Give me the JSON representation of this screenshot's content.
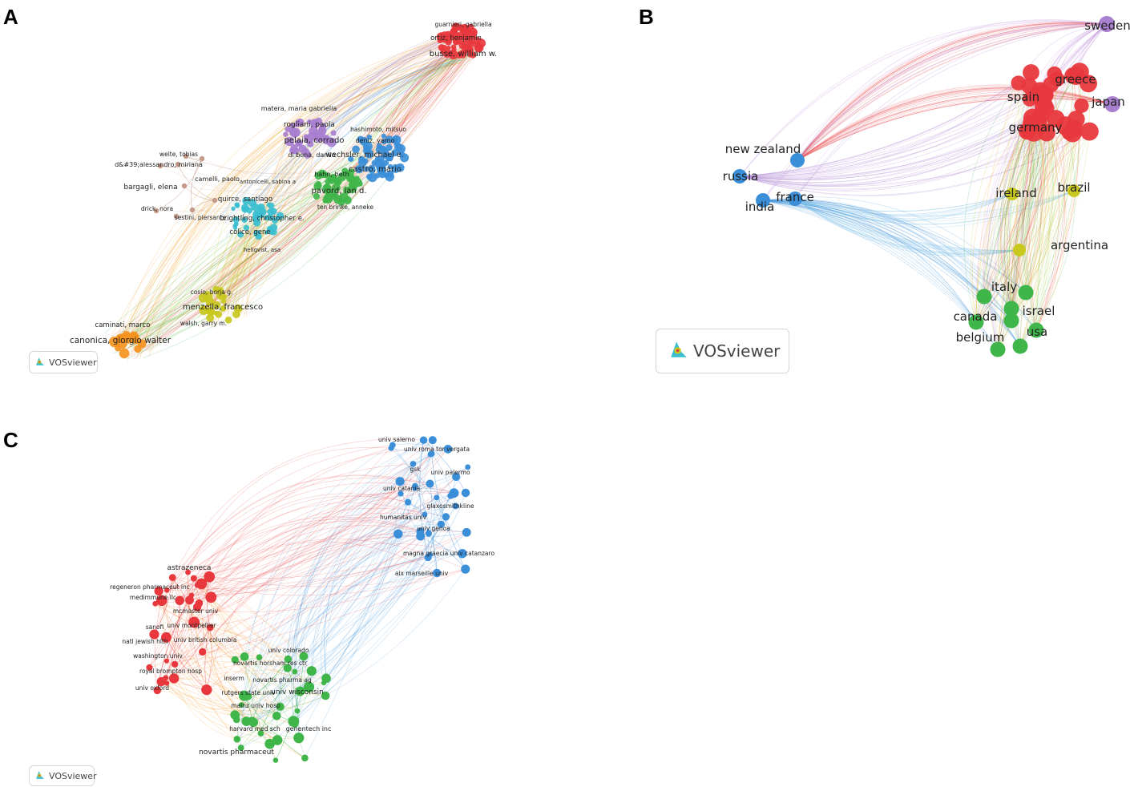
{
  "panels": [
    {
      "letter": "A",
      "network": "authors"
    },
    {
      "letter": "B",
      "network": "countries"
    },
    {
      "letter": "C",
      "network": "organizations"
    }
  ],
  "watermark": "VOSviewer",
  "colors": {
    "red": "#e8383d",
    "purple": "#a97fd0",
    "blue": "#3b8fd9",
    "green": "#3fb54a",
    "cyan": "#3bbfd0",
    "orange": "#f5921e",
    "yellow": "#c8c81e",
    "brown": "#c49a8a",
    "lightgreen": "#8ccf4d"
  },
  "networkA": {
    "labels": [
      {
        "text": "guarnieri, gabriella",
        "cluster": "red"
      },
      {
        "text": "ortiz, benjamin",
        "cluster": "red"
      },
      {
        "text": "busse, william w.",
        "cluster": "red"
      },
      {
        "text": "matera, maria gabriella",
        "cluster": "purple"
      },
      {
        "text": "rogliani, paola",
        "cluster": "purple"
      },
      {
        "text": "hashimoto, mitsuo",
        "cluster": "blue"
      },
      {
        "text": "pelaia, corrado",
        "cluster": "purple"
      },
      {
        "text": "deniz, yamo",
        "cluster": "blue"
      },
      {
        "text": "di bona, danilo",
        "cluster": "purple"
      },
      {
        "text": "wechsler, michael e.",
        "cluster": "blue"
      },
      {
        "text": "welte, tobias",
        "cluster": "brown"
      },
      {
        "text": "castro, mario",
        "cluster": "blue"
      },
      {
        "text": "d&#39;alessandro, miriana",
        "cluster": "brown"
      },
      {
        "text": "hahn, beth",
        "cluster": "green"
      },
      {
        "text": "camelli, paolo",
        "cluster": "brown"
      },
      {
        "text": "antonicelli, sabina a",
        "cluster": "cyan"
      },
      {
        "text": "bargagli, elena",
        "cluster": "brown"
      },
      {
        "text": "quirce, santiago",
        "cluster": "cyan"
      },
      {
        "text": "pavord, ian d.",
        "cluster": "green"
      },
      {
        "text": "drick, nora",
        "cluster": "brown"
      },
      {
        "text": "ten brinke, anneke",
        "cluster": "green"
      },
      {
        "text": "sestini, piersante",
        "cluster": "brown"
      },
      {
        "text": "brightling, christopher e.",
        "cluster": "cyan"
      },
      {
        "text": "colice, gene",
        "cluster": "cyan"
      },
      {
        "text": "hellqvist, asa",
        "cluster": "cyan"
      },
      {
        "text": "cosio, borja g.",
        "cluster": "yellow"
      },
      {
        "text": "menzella, francesco",
        "cluster": "yellow"
      },
      {
        "text": "caminati, marco",
        "cluster": "orange"
      },
      {
        "text": "walsh, garry m.",
        "cluster": "yellow"
      },
      {
        "text": "canonica, giorgio walter",
        "cluster": "orange"
      }
    ]
  },
  "networkB": {
    "labels": [
      {
        "text": "sweden",
        "cluster": "purple"
      },
      {
        "text": "greece",
        "cluster": "red"
      },
      {
        "text": "spain",
        "cluster": "red"
      },
      {
        "text": "japan",
        "cluster": "purple"
      },
      {
        "text": "germany",
        "cluster": "red"
      },
      {
        "text": "new zealand",
        "cluster": "blue"
      },
      {
        "text": "russia",
        "cluster": "blue"
      },
      {
        "text": "france",
        "cluster": "blue"
      },
      {
        "text": "india",
        "cluster": "blue"
      },
      {
        "text": "ireland",
        "cluster": "yellow"
      },
      {
        "text": "brazil",
        "cluster": "yellow"
      },
      {
        "text": "argentina",
        "cluster": "yellow"
      },
      {
        "text": "italy",
        "cluster": "green"
      },
      {
        "text": "israel",
        "cluster": "green"
      },
      {
        "text": "canada",
        "cluster": "green"
      },
      {
        "text": "usa",
        "cluster": "green"
      },
      {
        "text": "belgium",
        "cluster": "green"
      }
    ]
  },
  "networkC": {
    "labels": [
      {
        "text": "univ salerno",
        "cluster": "blue"
      },
      {
        "text": "univ roma tor vergata",
        "cluster": "blue"
      },
      {
        "text": "gsk",
        "cluster": "blue"
      },
      {
        "text": "univ palermo",
        "cluster": "blue"
      },
      {
        "text": "univ catania",
        "cluster": "blue"
      },
      {
        "text": "glaxosmithkline",
        "cluster": "blue"
      },
      {
        "text": "humanitas univ",
        "cluster": "blue"
      },
      {
        "text": "univ genoa",
        "cluster": "blue"
      },
      {
        "text": "magna graecia univ catanzaro",
        "cluster": "blue"
      },
      {
        "text": "aix marseille univ",
        "cluster": "blue"
      },
      {
        "text": "astrazeneca",
        "cluster": "red"
      },
      {
        "text": "regeneron pharmaceut inc",
        "cluster": "red"
      },
      {
        "text": "medimmune llc",
        "cluster": "red"
      },
      {
        "text": "mcmaster univ",
        "cluster": "red"
      },
      {
        "text": "univ montpellier",
        "cluster": "red"
      },
      {
        "text": "sanofi",
        "cluster": "red"
      },
      {
        "text": "natl jewish hlth",
        "cluster": "red"
      },
      {
        "text": "univ british columbia",
        "cluster": "red"
      },
      {
        "text": "washington univ",
        "cluster": "red"
      },
      {
        "text": "royal brompton hosp",
        "cluster": "red"
      },
      {
        "text": "univ oxford",
        "cluster": "red"
      },
      {
        "text": "univ colorado",
        "cluster": "green"
      },
      {
        "text": "novartis horsham res ctr",
        "cluster": "green"
      },
      {
        "text": "inserm",
        "cluster": "green"
      },
      {
        "text": "novartis pharma ag",
        "cluster": "green"
      },
      {
        "text": "rutgers state univ",
        "cluster": "green"
      },
      {
        "text": "univ wisconsin",
        "cluster": "green"
      },
      {
        "text": "mainz univ hosp",
        "cluster": "green"
      },
      {
        "text": "harvard med sch",
        "cluster": "green"
      },
      {
        "text": "genentech inc",
        "cluster": "green"
      },
      {
        "text": "novartis pharmaceut",
        "cluster": "green"
      }
    ]
  }
}
